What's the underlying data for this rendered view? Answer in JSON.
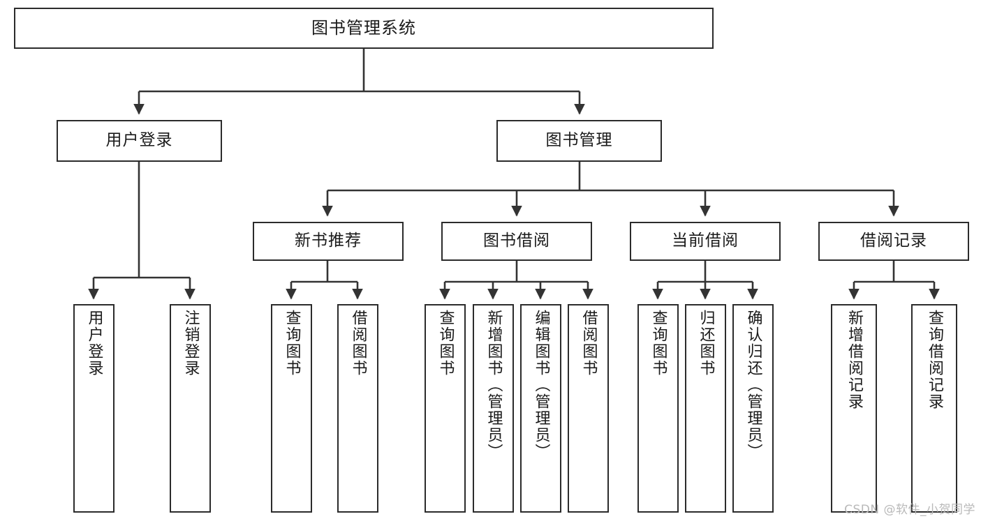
{
  "diagram": {
    "title": "图书管理系统",
    "watermark": "CSDN @软件_小贺同学",
    "colors": {
      "box_border": "#2b2b2b",
      "box_fill": "#ffffff",
      "edge": "#333333",
      "text": "#1a1a1a",
      "watermark": "#b9b9b9",
      "background": "#ffffff"
    },
    "levels": {
      "root": {
        "label": "图书管理系统"
      },
      "level2": [
        {
          "label": "用户登录"
        },
        {
          "label": "图书管理"
        }
      ],
      "level3": [
        {
          "label": "新书推荐"
        },
        {
          "label": "图书借阅"
        },
        {
          "label": "当前借阅"
        },
        {
          "label": "借阅记录"
        }
      ],
      "leaves": {
        "user_login": [
          {
            "label": "用户登录"
          },
          {
            "label": "注销登录"
          }
        ],
        "new_book_recommend": [
          {
            "label": "查询图书"
          },
          {
            "label": "借阅图书"
          }
        ],
        "book_borrow": [
          {
            "label": "查询图书"
          },
          {
            "label": "新增图书（管理员）"
          },
          {
            "label": "编辑图书（管理员）"
          },
          {
            "label": "借阅图书"
          }
        ],
        "current_borrow": [
          {
            "label": "查询图书"
          },
          {
            "label": "归还图书"
          },
          {
            "label": "确认归还（管理员）"
          }
        ],
        "borrow_record": [
          {
            "label": "新增借阅记录"
          },
          {
            "label": "查询借阅记录"
          }
        ]
      }
    }
  }
}
